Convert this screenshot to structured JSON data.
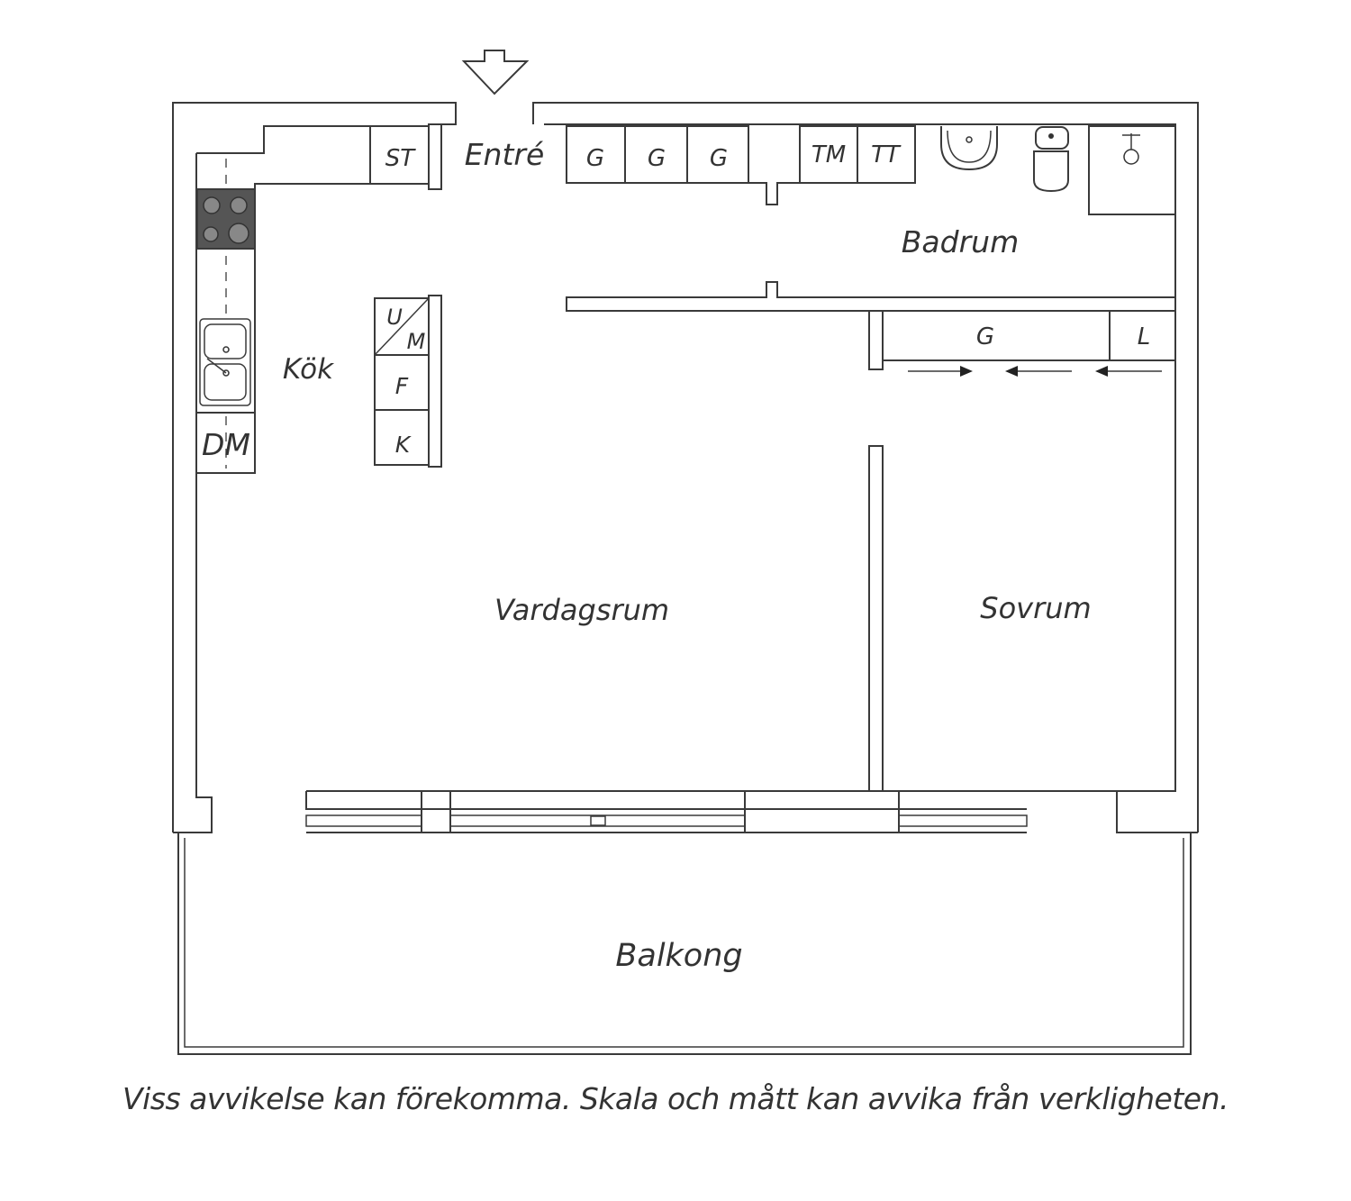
{
  "rooms": {
    "entre": "Entré",
    "kok": "Kök",
    "badrum": "Badrum",
    "vardagsrum": "Vardagsrum",
    "sovrum": "Sovrum",
    "balkong": "Balkong"
  },
  "units": {
    "st": "ST",
    "g": "G",
    "tm": "TM",
    "tt": "TT",
    "u": "U",
    "m": "M",
    "f": "F",
    "k": "K",
    "dm": "DM",
    "l": "L"
  },
  "disclaimer": "Viss avvikelse kan förekomma. Skala och mått kan avvika från verkligheten.",
  "colors": {
    "line": "#3a3a3a",
    "text": "#333333",
    "stove": "#555555"
  }
}
